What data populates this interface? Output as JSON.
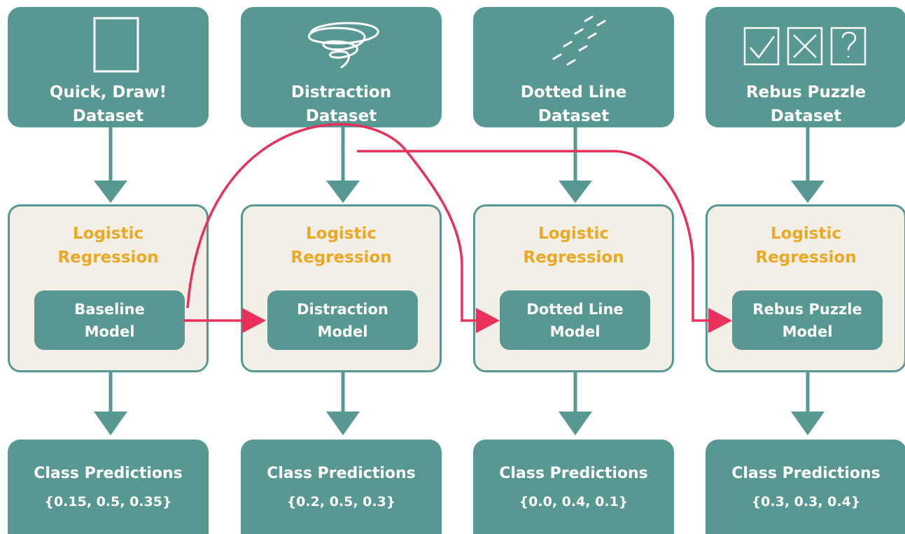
{
  "pipelines": [
    {
      "dataset_line1": "Quick, Draw!",
      "dataset_line2": "Dataset",
      "icon": "square-icon",
      "classifier_line1": "Logistic",
      "classifier_line2": "Regression",
      "model_line1": "Baseline",
      "model_line2": "Model",
      "pred_title": "Class Predictions",
      "pred_values": "{0.15, 0.5, 0.35}"
    },
    {
      "dataset_line1": "Distraction",
      "dataset_line2": "Dataset",
      "icon": "scribble-tornado-icon",
      "classifier_line1": "Logistic",
      "classifier_line2": "Regression",
      "model_line1": "Distraction",
      "model_line2": "Model",
      "pred_title": "Class Predictions",
      "pred_values": "{0.2, 0.5, 0.3}"
    },
    {
      "dataset_line1": "Dotted Line",
      "dataset_line2": "Dataset",
      "icon": "dashed-lines-icon",
      "classifier_line1": "Logistic",
      "classifier_line2": "Regression",
      "model_line1": "Dotted Line",
      "model_line2": "Model",
      "pred_title": "Class Predictions",
      "pred_values": "{0.0, 0.4, 0.1}"
    },
    {
      "dataset_line1": "Rebus Puzzle",
      "dataset_line2": "Dataset",
      "icon": "check-cross-question-icon",
      "classifier_line1": "Logistic",
      "classifier_line2": "Regression",
      "model_line1": "Rebus Puzzle",
      "model_line2": "Model",
      "pred_title": "Class Predictions",
      "pred_values": "{0.3, 0.3, 0.4}"
    }
  ],
  "colors": {
    "teal": "#579893",
    "cream": "#f4efe6",
    "orange": "#eba823",
    "arrow_red": "#e8305a"
  }
}
